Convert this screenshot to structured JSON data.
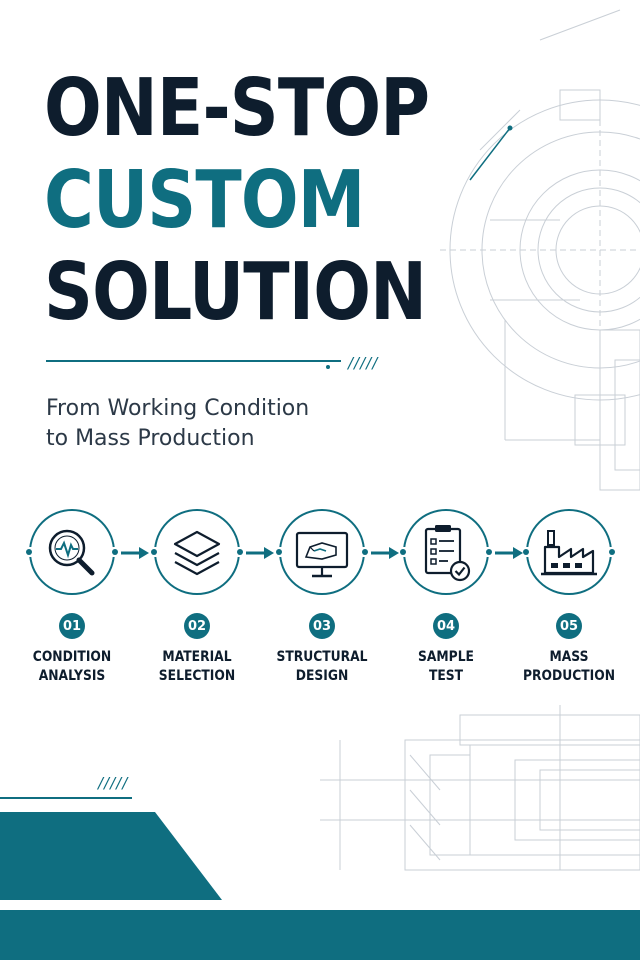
{
  "headline": {
    "line1": "ONE-STOP",
    "line2": "CUSTOM",
    "line3": "SOLUTION"
  },
  "subtitle": {
    "line1": "From Working Condition",
    "line2": "to Mass Production"
  },
  "decor": {
    "slashes": "/////"
  },
  "colors": {
    "dark": "#0e1d2d",
    "teal": "#0f6e80",
    "line_gray": "#c9cfd6"
  },
  "steps": [
    {
      "number": "01",
      "label_line1": "CONDITION",
      "label_line2": "ANALYSIS",
      "icon": "magnifier-pulse-icon"
    },
    {
      "number": "02",
      "label_line1": "MATERIAL",
      "label_line2": "SELECTION",
      "icon": "layers-icon"
    },
    {
      "number": "03",
      "label_line1": "STRUCTURAL",
      "label_line2": "DESIGN",
      "icon": "monitor-cad-icon"
    },
    {
      "number": "04",
      "label_line1": "SAMPLE",
      "label_line2": "TEST",
      "icon": "clipboard-check-icon"
    },
    {
      "number": "05",
      "label_line1": "MASS",
      "label_line2": "PRODUCTION",
      "icon": "factory-icon"
    }
  ]
}
